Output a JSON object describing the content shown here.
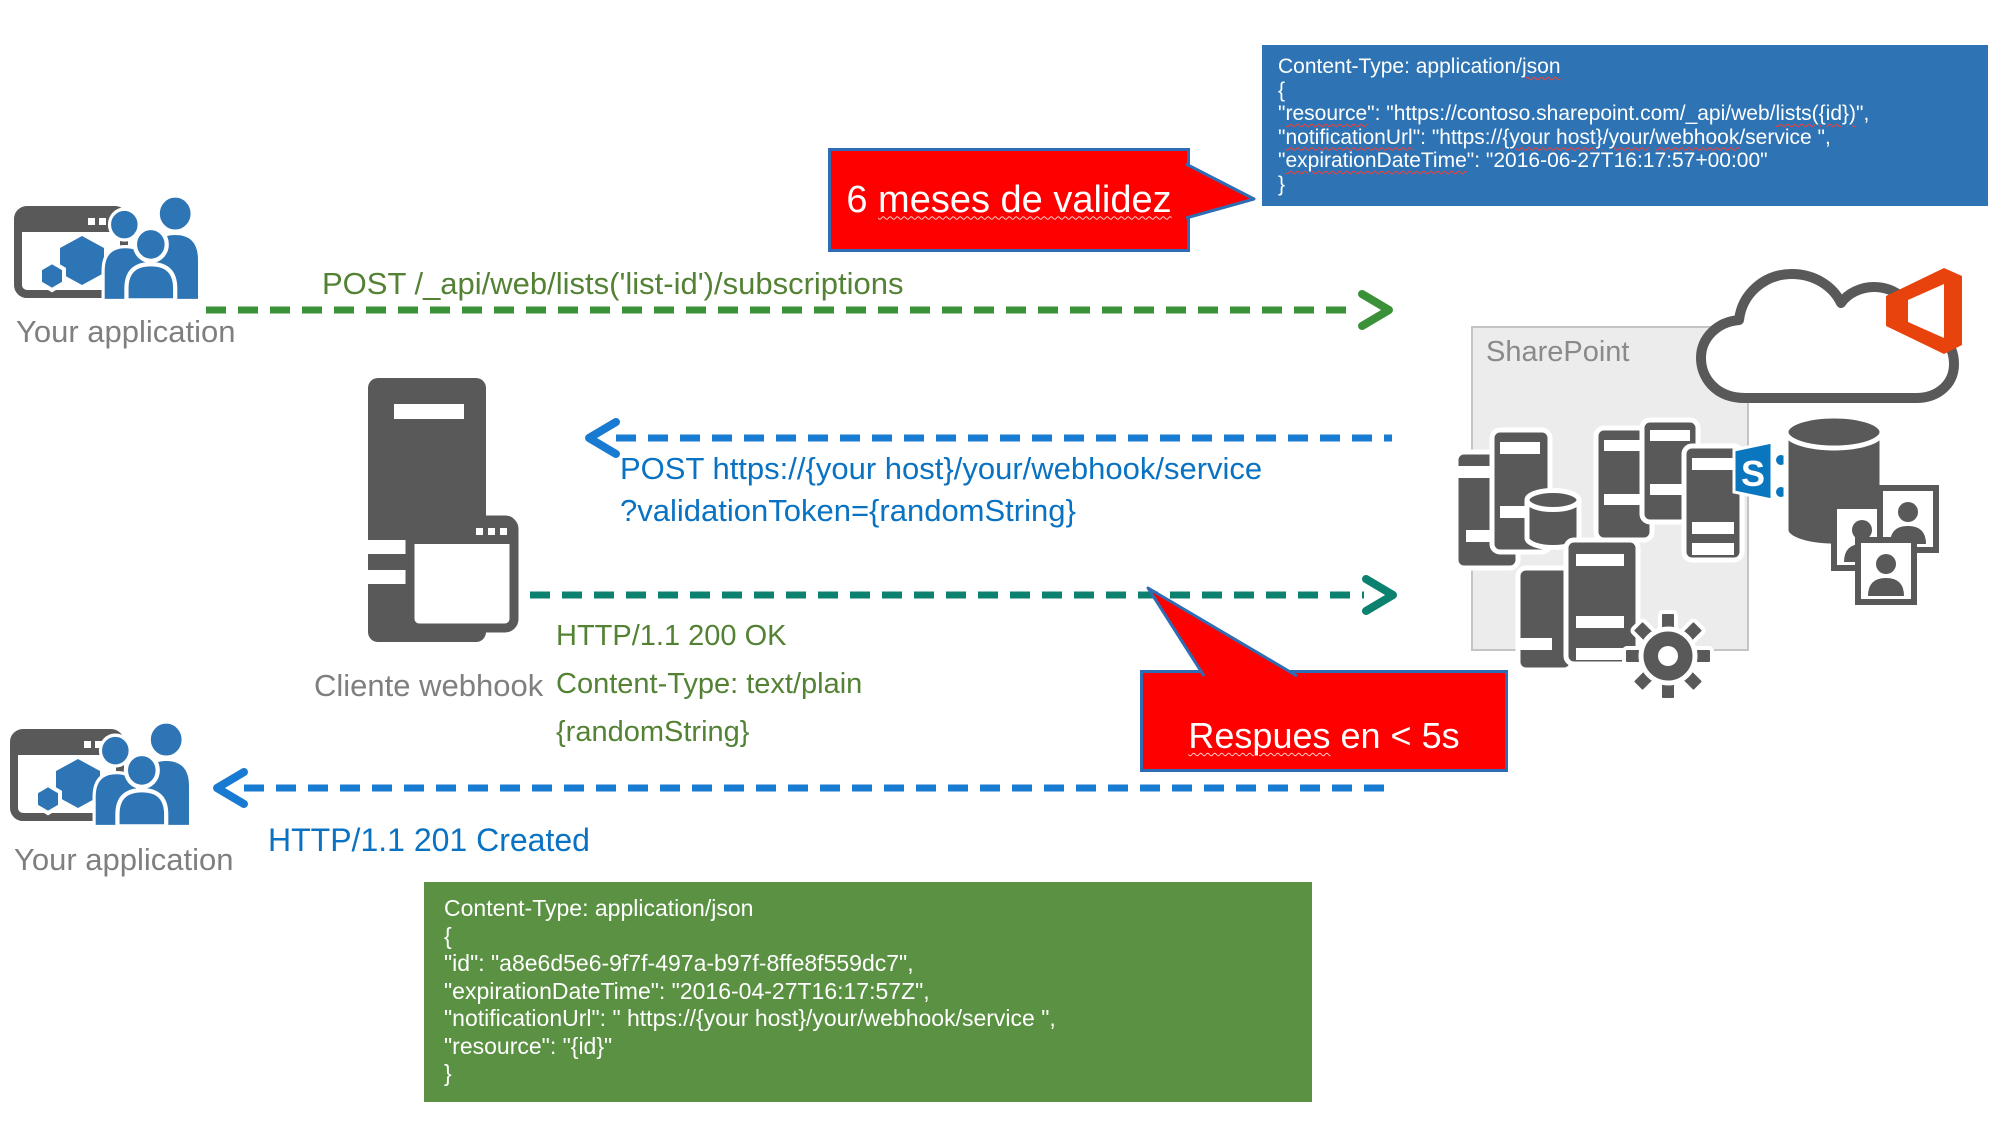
{
  "labels": {
    "your_application_top": "Your application",
    "cliente_webhook": "Cliente webhook",
    "your_application_bottom": "Your application",
    "sharepoint": "SharePoint"
  },
  "arrows": {
    "subscribe_label": "POST /_api/web/lists('list-id')/subscriptions",
    "validate_label_line1": "POST https://{your host}/your/webhook/service",
    "validate_label_line2": "?validationToken={randomString}",
    "response_line1": "HTTP/1.1 200 OK",
    "response_line2": "Content-Type: text/plain",
    "response_line3": "{randomString}",
    "created_label": "HTTP/1.1 201 Created"
  },
  "callouts": {
    "validity": {
      "lines": [
        [
          {
            "t": "6 "
          },
          {
            "t": "meses de validez",
            "u": true
          }
        ]
      ]
    },
    "response_time": {
      "lines": [
        [
          {
            "t": "Respues",
            "u": true
          },
          {
            "t": " en < 5s"
          }
        ]
      ]
    }
  },
  "request_body": {
    "lines": [
      [
        {
          "t": "Content-Type: application/"
        },
        {
          "t": "json",
          "u": true
        }
      ],
      [
        {
          "t": "{"
        }
      ],
      [
        {
          "t": "\""
        },
        {
          "t": "resource",
          "u": true
        },
        {
          "t": "\": \"https://contoso.sharepoint.com/_api/web/"
        },
        {
          "t": "lists({id})",
          "u": true
        },
        {
          "t": "\","
        }
      ],
      [
        {
          "t": "\""
        },
        {
          "t": "notificationUrl",
          "u": true
        },
        {
          "t": "\": \"https://"
        },
        {
          "t": "{your host}",
          "u": true
        },
        {
          "t": "/"
        },
        {
          "t": "your",
          "u": true
        },
        {
          "t": "/"
        },
        {
          "t": "webhook",
          "u": true
        },
        {
          "t": "/service \","
        }
      ],
      [
        {
          "t": "\""
        },
        {
          "t": "expirationDateTime",
          "u": true
        },
        {
          "t": "\": \"2016-06-27T16:17:57+00:00\""
        }
      ],
      [
        {
          "t": "}"
        }
      ]
    ]
  },
  "response_body": {
    "lines": [
      "Content-Type: application/json",
      "{",
      "\"id\": \"a8e6d5e6-9f7f-497a-b97f-8ffe8f559dc7\",",
      "\"expirationDateTime\": \"2016-04-27T16:17:57Z\",",
      "\"notificationUrl\": \" https://{your host}/your/webhook/service \",",
      "\"resource\": \"{id}\"",
      "}"
    ]
  },
  "colors": {
    "request_box_blue": "#2e74b5",
    "response_box_green": "#5a9142",
    "callout_red": "#fe0000",
    "callout_border_blue": "#2e6db4",
    "arrow_green": "#3a9137",
    "arrow_teal": "#0d8170",
    "arrow_blue": "#187bd1",
    "text_green": "#548235",
    "text_blue": "#0a72c2",
    "icon_blue": "#2e75b6",
    "icon_gray": "#595959",
    "label_gray": "#7f7f7f",
    "sharepoint_logo_blue": "#0a76be",
    "office_logo_orange": "#e8430d"
  }
}
